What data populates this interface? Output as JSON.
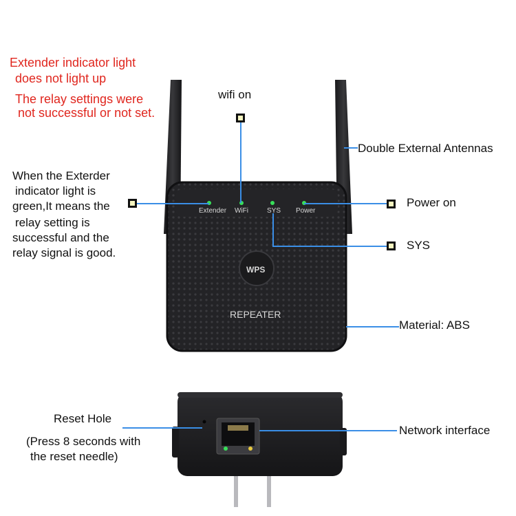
{
  "annotations": {
    "extender_off_title_1": "Extender indicator light",
    "extender_off_title_2": "does not light up",
    "extender_off_desc_1": "The relay settings were",
    "extender_off_desc_2": "not successful or not set.",
    "wifi_on": "wifi on",
    "double_antennas": "Double External Antennas",
    "green_desc": [
      "When the Exterder",
      "indicator light is",
      "green,It means the",
      "relay setting is",
      "successful and the",
      "relay signal is good."
    ],
    "power_on": "Power on",
    "sys": "SYS",
    "material": "Material: ABS",
    "reset_hole": "Reset Hole",
    "reset_desc_1": "(Press 8 seconds with",
    "reset_desc_2": "the reset needle)",
    "network_interface": "Network interface"
  },
  "device": {
    "led_labels": [
      "Extender",
      "WiFi",
      "SYS",
      "Power"
    ],
    "wps_label": "WPS",
    "brand_label": "REPEATER"
  },
  "colors": {
    "annotation_red": "#e0261e",
    "leader_line": "#3a8ee6",
    "device_body": "#1f1f21",
    "led_green": "#38e05a"
  }
}
